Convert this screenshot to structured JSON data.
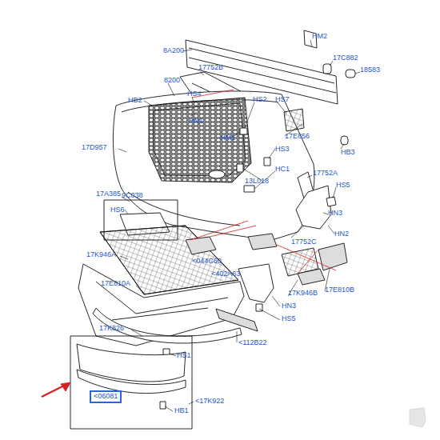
{
  "diagram": {
    "nodes": [
      {
        "text": [
          "<06081"
        ]
      }
    ],
    "labels": [
      "8A200",
      "HM2",
      "17C882",
      "18583",
      "17752B",
      "HS4",
      "8200",
      "HB2",
      "HN1",
      "HS2",
      "HS7",
      "HM1",
      "17E856",
      "HS3",
      "HB3",
      "17D957",
      "13L018",
      "HC1",
      "17752A",
      "HS5",
      "17A385",
      "9C038",
      "HS6",
      "HN3",
      "HN2",
      "17752C",
      "17K946A",
      "<044C60",
      "<402A63",
      "17K946B",
      "17E810B",
      "17E810A",
      "HN3",
      "HS5",
      "17K826",
      "HS1",
      "<112B22",
      "<17K922",
      "HB1"
    ]
  }
}
